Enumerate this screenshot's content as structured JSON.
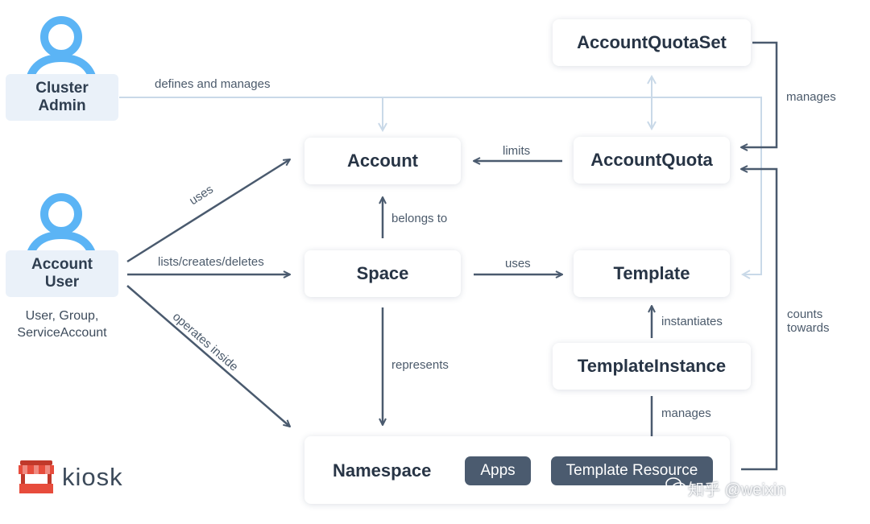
{
  "actors": {
    "cluster_admin": {
      "line1": "Cluster",
      "line2": "Admin"
    },
    "account_user": {
      "line1": "Account",
      "line2": "User",
      "subtitle_line1": "User, Group,",
      "subtitle_line2": "ServiceAccount"
    }
  },
  "nodes": {
    "account_quota_set": "AccountQuotaSet",
    "account": "Account",
    "account_quota": "AccountQuota",
    "space": "Space",
    "template": "Template",
    "template_instance": "TemplateInstance",
    "namespace": "Namespace",
    "apps": "Apps",
    "template_resource": "Template Resource"
  },
  "edges": {
    "defines_and_manages": "defines and manages",
    "uses_account": "uses",
    "lists_creates_deletes": "lists/creates/deletes",
    "operates_inside": "operates inside",
    "limits": "limits",
    "belongs_to": "belongs to",
    "uses_template": "uses",
    "represents": "represents",
    "instantiates": "instantiates",
    "manages_instance": "manages",
    "manages_quota": "manages",
    "counts_towards_line1": "counts",
    "counts_towards_line2": "towards"
  },
  "brand": {
    "name": "kiosk"
  },
  "watermark": {
    "text": "知乎 @weixin"
  },
  "colors": {
    "actor": "#5bb4f5",
    "arrow_dark": "#4a5a6e",
    "arrow_light": "#c9d9e8",
    "chip": "#4b5b6f"
  }
}
